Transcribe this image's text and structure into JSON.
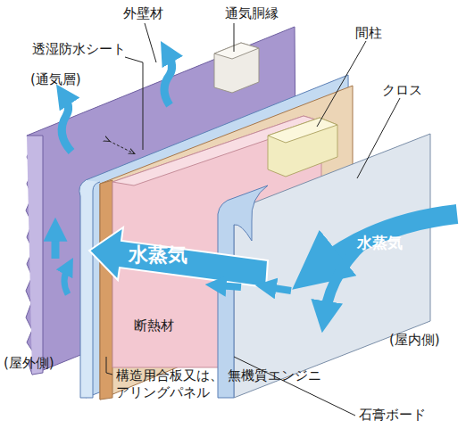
{
  "diagram": {
    "labels": [
      "外壁材",
      "通気胴縁",
      "間柱",
      "透湿防水シート",
      "(通気層)",
      "クロス",
      "水蒸気",
      "水蒸気",
      "断熱材",
      "(屋外側)",
      "(屋内側)",
      "構造用合板又は、 無機質エンジニアリングパネル",
      "石膏ボード"
    ]
  }
}
